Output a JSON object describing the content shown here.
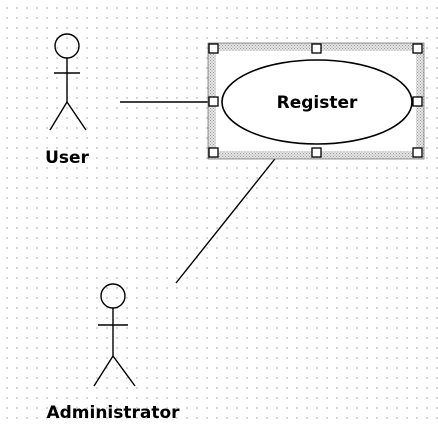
{
  "diagram": {
    "actors": [
      {
        "id": "user",
        "label": "User"
      },
      {
        "id": "administrator",
        "label": "Administrator"
      }
    ],
    "use_cases": [
      {
        "id": "register",
        "label": "Register",
        "selected": true
      }
    ],
    "associations": [
      {
        "from": "user",
        "to": "register"
      },
      {
        "from": "administrator",
        "to": "register"
      }
    ]
  }
}
